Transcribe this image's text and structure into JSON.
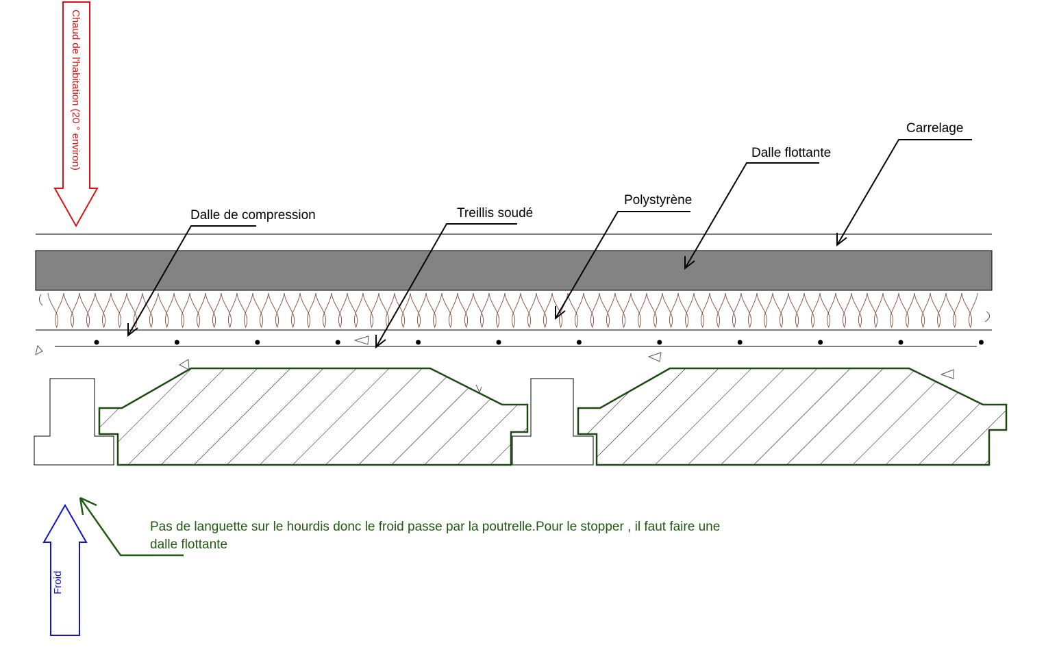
{
  "labels": {
    "carrelage": "Carrelage",
    "dalle_flottante": "Dalle flottante",
    "polystyrene": "Polystyrène",
    "treillis_soude": "Treillis soudé",
    "dalle_compression": "Dalle de compression"
  },
  "arrows": {
    "hot": "Chaud de l'habitation (20 ° environ)",
    "cold": "Froid"
  },
  "note": {
    "line1": "Pas de languette sur le hourdis donc le froid passe par la poutrelle.Pour le stopper , il faut faire une",
    "line2": "dalle flottante"
  },
  "colors": {
    "hot_arrow": "#e01010",
    "cold_arrow": "#1010d0",
    "note_text": "#1e5a10",
    "hourdis_outline": "#1a4a10",
    "dalle_fill": "#838383",
    "insulation_stroke": "#8a5a4a"
  }
}
